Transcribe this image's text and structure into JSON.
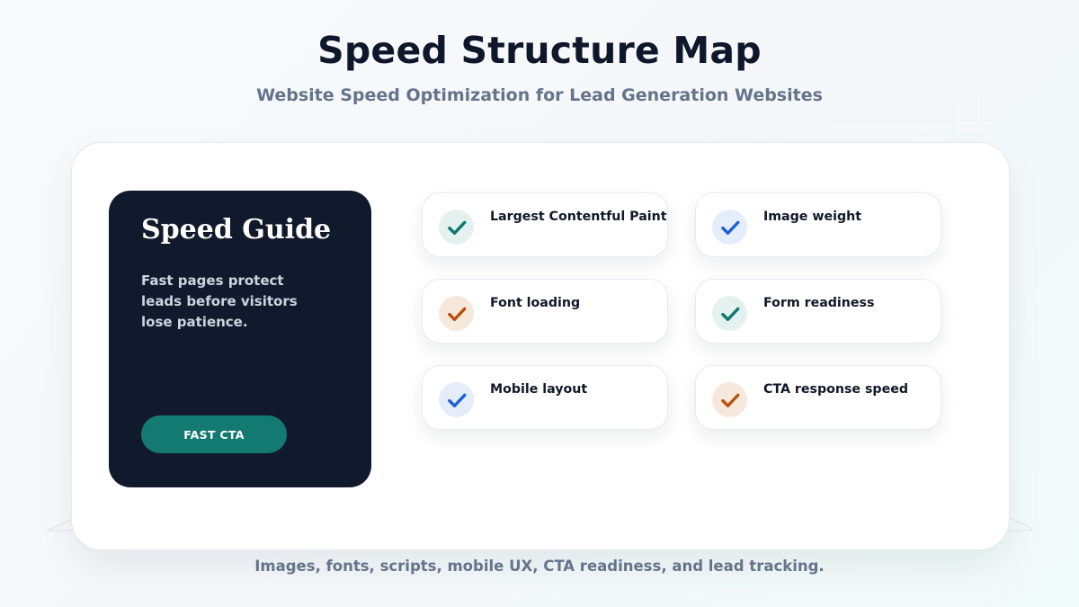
{
  "page": {
    "title": "Speed Structure Map",
    "subtitle": "Website Speed Optimization for Lead Generation Websites",
    "footer": "Images, fonts, scripts, mobile UX, CTA readiness, and lead tracking."
  },
  "guide": {
    "title": "Speed Guide",
    "text": "Fast pages protect leads before visitors lose patience.",
    "cta_label": "FAST CTA"
  },
  "features": [
    {
      "label": "Largest Contentful Paint",
      "icon": "check-icon",
      "accent": "#0f766e",
      "tint": "#e4f2ef"
    },
    {
      "label": "Image weight",
      "icon": "check-icon",
      "accent": "#1d5fd6",
      "tint": "#e5edfb"
    },
    {
      "label": "Font loading",
      "icon": "check-icon",
      "accent": "#b8500f",
      "tint": "#f7e8dc"
    },
    {
      "label": "Form readiness",
      "icon": "check-icon",
      "accent": "#0f766e",
      "tint": "#e4f2ef"
    },
    {
      "label": "Mobile layout",
      "icon": "check-icon",
      "accent": "#1d5fd6",
      "tint": "#e5edfb"
    },
    {
      "label": "CTA response speed",
      "icon": "check-icon",
      "accent": "#b8500f",
      "tint": "#f7e8dc"
    }
  ],
  "colors": {
    "guide_background": "#111a2c",
    "cta_background": "#127a70",
    "title": "#0f172a",
    "muted_text": "#64748b"
  }
}
